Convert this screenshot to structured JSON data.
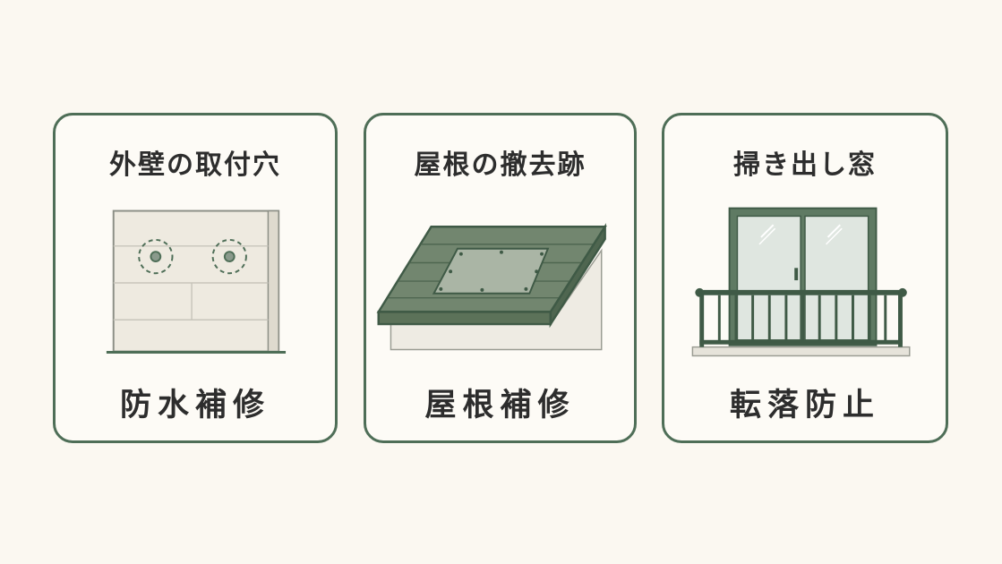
{
  "cards": [
    {
      "title": "外壁の取付穴",
      "label": "防水補修"
    },
    {
      "title": "屋根の撤去跡",
      "label": "屋根補修"
    },
    {
      "title": "掃き出し窓",
      "label": "転落防止"
    }
  ],
  "colors": {
    "background": "#fbf8f1",
    "accent": "#4e6e57",
    "text": "#2d2d2d"
  }
}
